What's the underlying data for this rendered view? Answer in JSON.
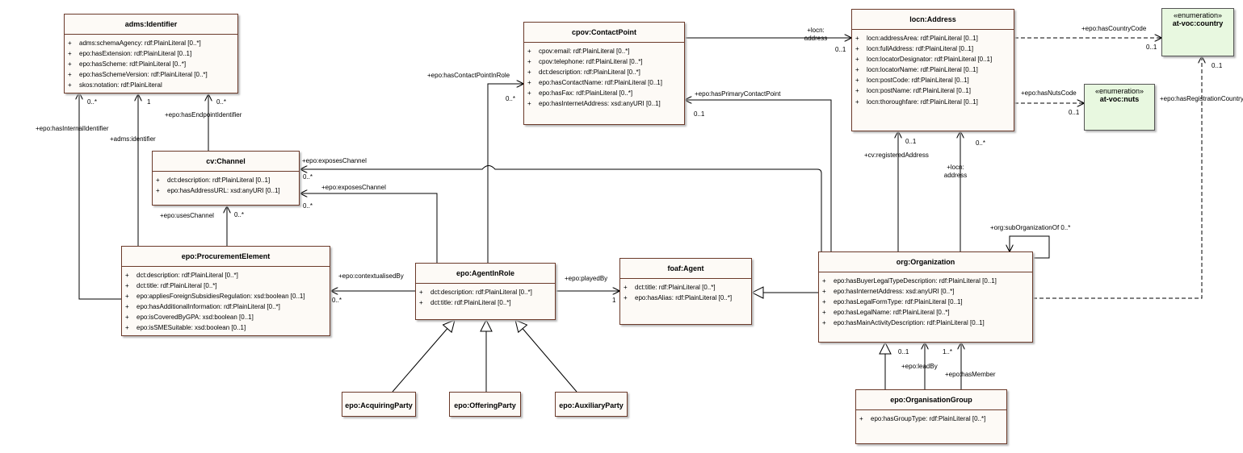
{
  "classes": {
    "identifier": {
      "name": "adms:Identifier",
      "attrs": [
        "adms:schemaAgency: rdf:PlainLiteral [0..*]",
        "epo:hasExtension: rdf:PlainLiteral [0..1]",
        "epo:hasScheme: rdf:PlainLiteral [0..*]",
        "epo:hasSchemeVersion: rdf:PlainLiteral [0..*]",
        "skos:notation: rdf:PlainLiteral"
      ]
    },
    "channel": {
      "name": "cv:Channel",
      "attrs": [
        "dct:description: rdf:PlainLiteral [0..1]",
        "epo:hasAddressURL: xsd:anyURI [0..1]"
      ]
    },
    "procurement_element": {
      "name": "epo:ProcurementElement",
      "attrs": [
        "dct:description: rdf:PlainLiteral [0..*]",
        "dct:title: rdf:PlainLiteral [0..*]",
        "epo:appliesForeignSubsidiesRegulation: xsd:boolean [0..1]",
        "epo:hasAdditionalInformation: rdf:PlainLiteral [0..*]",
        "epo:isCoveredByGPA: xsd:boolean [0..1]",
        "epo:isSMESuitable: xsd:boolean [0..1]"
      ]
    },
    "contact_point": {
      "name": "cpov:ContactPoint",
      "attrs": [
        "cpov:email: rdf:PlainLiteral [0..*]",
        "cpov:telephone: rdf:PlainLiteral [0..*]",
        "dct:description: rdf:PlainLiteral [0..*]",
        "epo:hasContactName: rdf:PlainLiteral [0..1]",
        "epo:hasFax: rdf:PlainLiteral [0..*]",
        "epo:hasInternetAddress: xsd:anyURI [0..1]"
      ]
    },
    "agent_in_role": {
      "name": "epo:AgentInRole",
      "attrs": [
        "dct:description: rdf:PlainLiteral [0..*]",
        "dct:title: rdf:PlainLiteral [0..*]"
      ]
    },
    "agent": {
      "name": "foaf:Agent",
      "attrs": [
        "dct:title: rdf:PlainLiteral [0..*]",
        "epo:hasAlias: rdf:PlainLiteral [0..*]"
      ]
    },
    "address": {
      "name": "locn:Address",
      "attrs": [
        "locn:addressArea: rdf:PlainLiteral [0..1]",
        "locn:fullAddress: rdf:PlainLiteral [0..1]",
        "locn:locatorDesignator: rdf:PlainLiteral [0..1]",
        "locn:locatorName: rdf:PlainLiteral [0..1]",
        "locn:postCode: rdf:PlainLiteral [0..1]",
        "locn:postName: rdf:PlainLiteral [0..1]",
        "locn:thoroughfare: rdf:PlainLiteral [0..1]"
      ]
    },
    "organization": {
      "name": "org:Organization",
      "attrs": [
        "epo:hasBuyerLegalTypeDescription: rdf:PlainLiteral [0..1]",
        "epo:hasInternetAddress: xsd:anyURI [0..*]",
        "epo:hasLegalFormType: rdf:PlainLiteral [0..1]",
        "epo:hasLegalName: rdf:PlainLiteral [0..*]",
        "epo:hasMainActivityDescription: rdf:PlainLiteral [0..1]"
      ]
    },
    "organisation_group": {
      "name": "epo:OrganisationGroup",
      "attrs": [
        "epo:hasGroupType: rdf:PlainLiteral [0..*]"
      ]
    },
    "acquiring_party": {
      "name": "epo:AcquiringParty"
    },
    "offering_party": {
      "name": "epo:OfferingParty"
    },
    "auxiliary_party": {
      "name": "epo:AuxiliaryParty"
    }
  },
  "visibility_marker": "+",
  "enumerations": {
    "country": {
      "stereotype": "«enumeration»",
      "name": "at-voc:country"
    },
    "nuts": {
      "stereotype": "«enumeration»",
      "name": "at-voc:nuts"
    }
  },
  "labels": {
    "has_internal_identifier": "+epo:hasInternalIdentifier",
    "adms_identifier": "+adms:identifier",
    "has_endpoint_identifier": "+epo:hasEndpointIdentifier",
    "uses_channel": "+epo:usesChannel",
    "exposes_channel_org": "+epo:exposesChannel",
    "exposes_channel_air": "+epo:exposesChannel",
    "contextualised_by": "+epo:contextualisedBy",
    "played_by": "+epo:playedBy",
    "has_contact_point_in_role": "+epo:hasContactPointInRole",
    "has_primary_contact_point": "+epo:hasPrimaryContactPoint",
    "locn_address_top_1": "+locn:",
    "locn_address_top_2": "address",
    "has_country_code": "+epo:hasCountryCode",
    "has_nuts_code": "+epo:hasNutsCode",
    "has_registration_country": "+epo:hasRegistrationCountry",
    "registered_address": "+cv:registeredAddress",
    "locn_address_org_1": "+locn:",
    "locn_address_org_2": "address",
    "sub_organization_of": "+org:subOrganizationOf 0..*",
    "lead_by": "+epo:leadBy",
    "has_member": "+epo:hasMember"
  },
  "multiplicities": {
    "m_0s_a": "0..*",
    "m_1_a": "1",
    "m_0s_b": "0..*",
    "m_0s_c": "0..*",
    "m_0s_d": "0..*",
    "m_0s_e": "0..*",
    "m_0s_f": "0..*",
    "m_1_b": "1",
    "m_0s_g": "0..*",
    "m_01_a": "0..1",
    "m_01_b": "0..1",
    "m_01_c": "0..1",
    "m_01_d": "0..1",
    "m_0s_h": "0..*",
    "m_01_e": "0..1",
    "m_01_f": "0..1",
    "m_1s": "1..*",
    "m_01_g": "0..1"
  }
}
